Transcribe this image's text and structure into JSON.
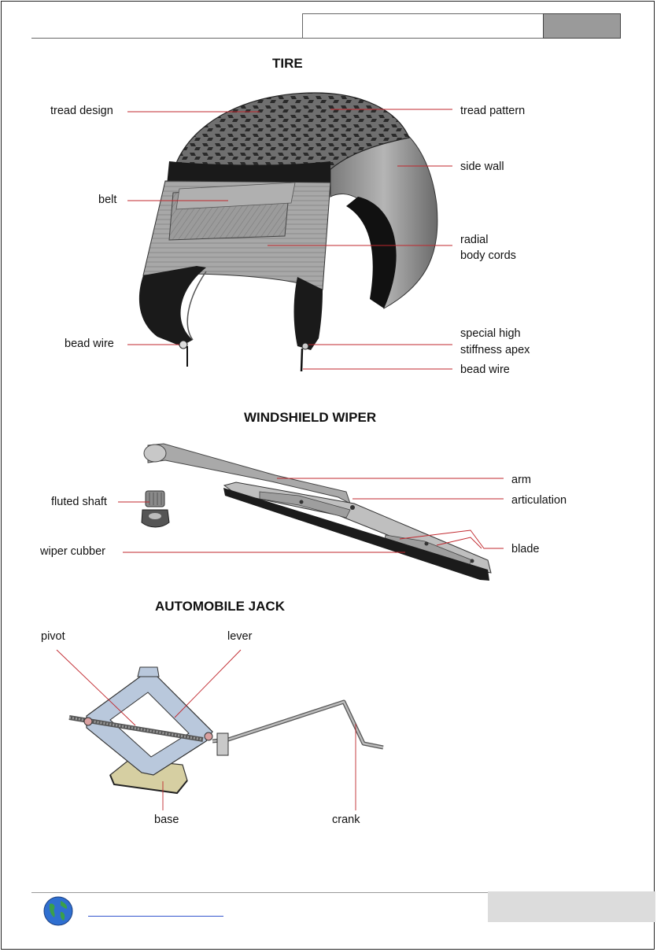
{
  "sections": {
    "tire": {
      "title": "TIRE",
      "labels": {
        "tread_design": "tread design",
        "tread_pattern": "tread pattern",
        "side_wall": "side wall",
        "belt": "belt",
        "radial_line1": "radial",
        "radial_line2": "body cords",
        "bead_wire_left": "bead wire",
        "apex_line1": "special high",
        "apex_line2": "stiffness apex",
        "bead_wire_right": "bead wire"
      }
    },
    "wiper": {
      "title": "WINDSHIELD WIPER",
      "labels": {
        "arm": "arm",
        "articulation": "articulation",
        "fluted_shaft": "fluted shaft",
        "blade": "blade",
        "wiper_rubber": "wiper cubber"
      }
    },
    "jack": {
      "title": "AUTOMOBILE JACK",
      "labels": {
        "pivot": "pivot",
        "lever": "lever",
        "base": "base",
        "crank": "crank"
      }
    }
  },
  "colors": {
    "leader_line": "#c0272d",
    "jack_frame": "#b9c8dc",
    "tire_dark": "#1a1a1a",
    "tire_gray": "#8a8a8a"
  },
  "icons": {
    "footer_logo": "globe-icon"
  }
}
